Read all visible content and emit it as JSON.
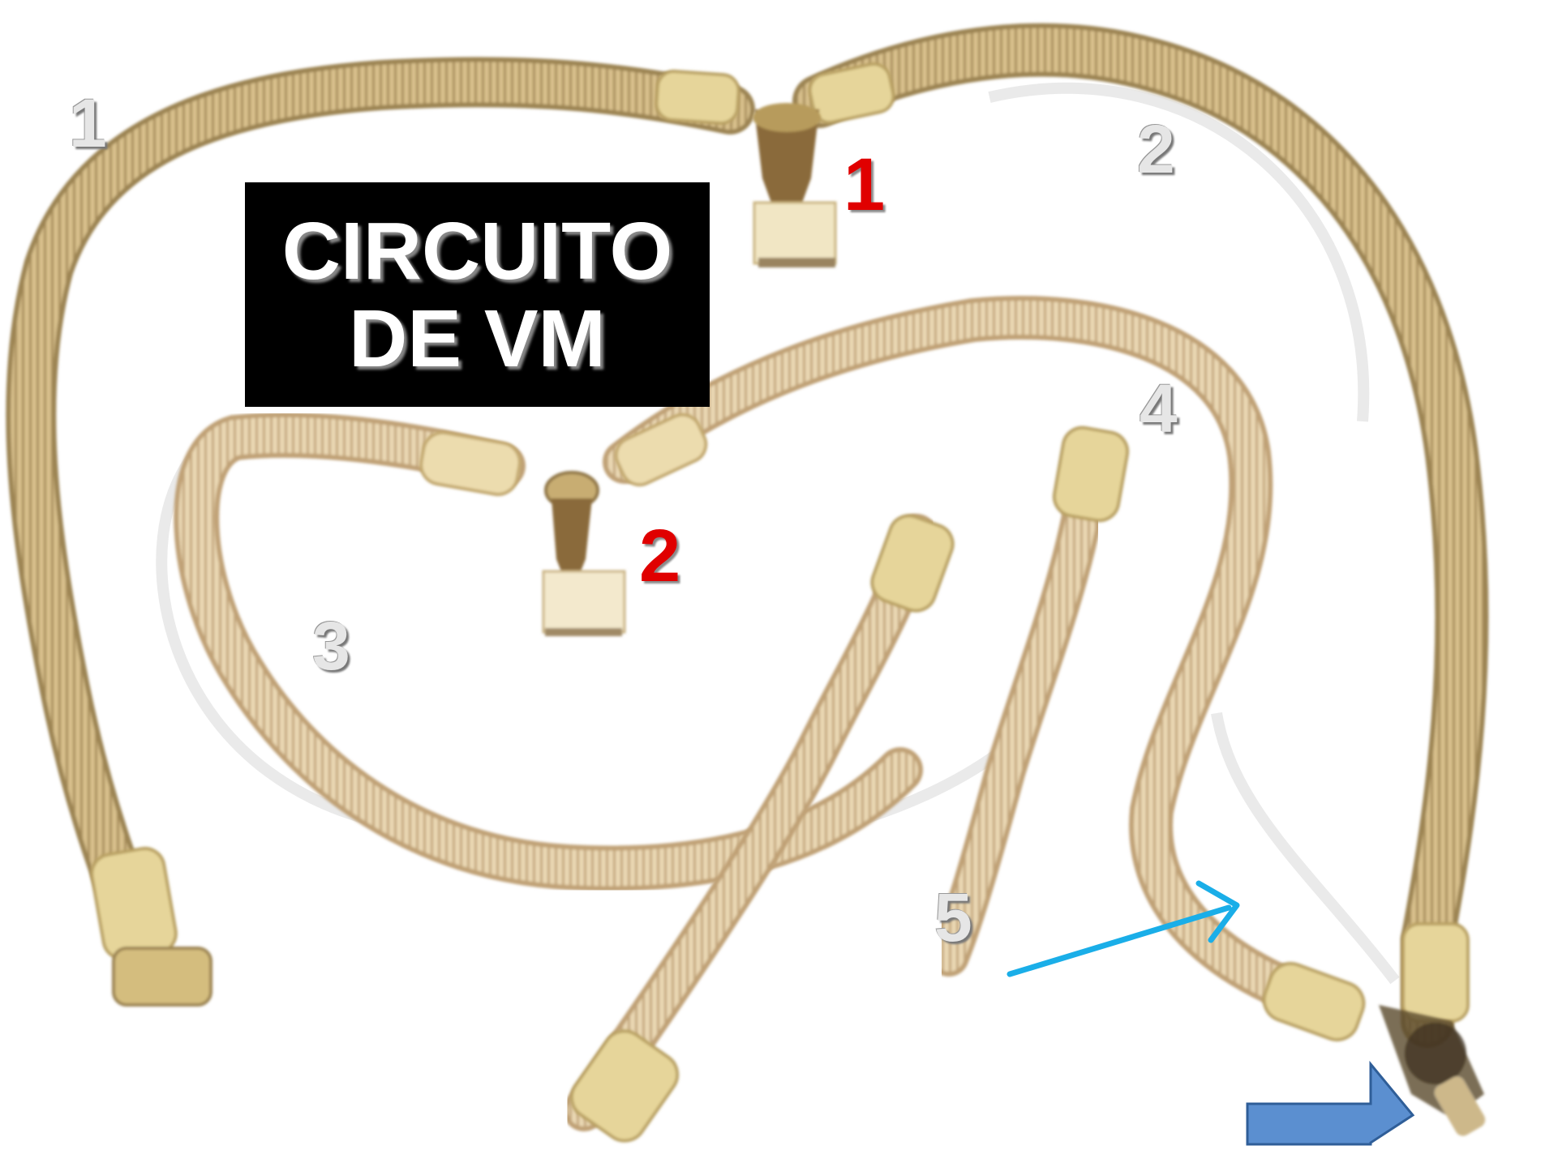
{
  "title": {
    "line1": "CIRCUITO",
    "line2": "DE VM"
  },
  "labels": {
    "gray": [
      "1",
      "2",
      "3",
      "4",
      "5"
    ],
    "red": [
      "1",
      "2"
    ]
  },
  "colors": {
    "tube": "#d2b882",
    "tube_shadow": "#9c8452",
    "tube_light": "#f1dfb2",
    "connector": "#e6d59a",
    "red_label": "#e00000",
    "title_bg": "#000000",
    "arrow_light_blue": "#1aaee8",
    "arrow_block_blue": "#5b8fd0"
  },
  "icons": {
    "thin_arrow": "cyan-arrow-icon",
    "block_arrow": "block-arrow-icon"
  }
}
